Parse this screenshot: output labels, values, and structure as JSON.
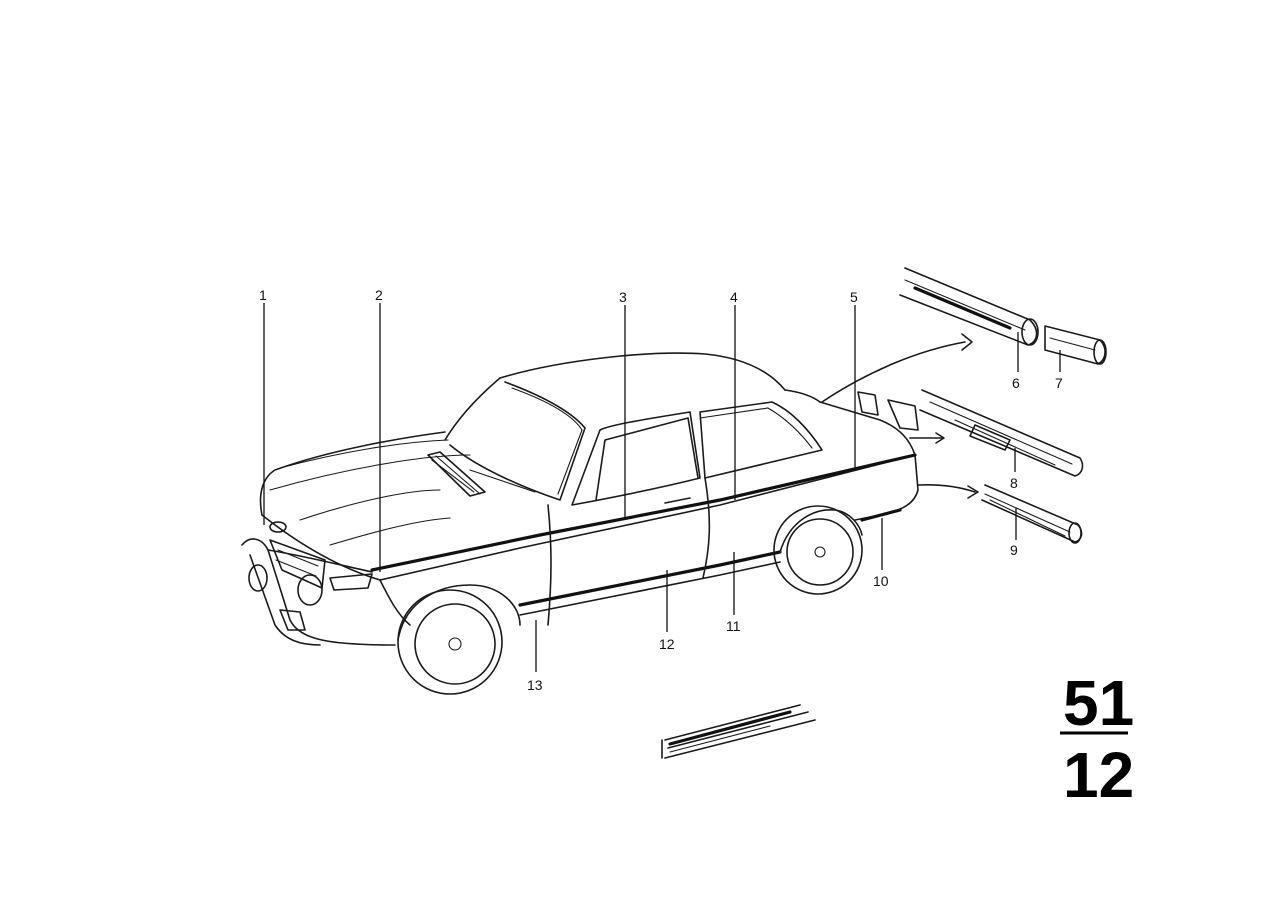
{
  "diagram": {
    "callouts": [
      {
        "id": "1",
        "label": "1"
      },
      {
        "id": "2",
        "label": "2"
      },
      {
        "id": "3",
        "label": "3"
      },
      {
        "id": "4",
        "label": "4"
      },
      {
        "id": "5",
        "label": "5"
      },
      {
        "id": "6",
        "label": "6"
      },
      {
        "id": "7",
        "label": "7"
      },
      {
        "id": "8",
        "label": "8"
      },
      {
        "id": "9",
        "label": "9"
      },
      {
        "id": "10",
        "label": "10"
      },
      {
        "id": "11",
        "label": "11"
      },
      {
        "id": "12",
        "label": "12"
      },
      {
        "id": "13",
        "label": "13"
      }
    ],
    "section": {
      "top": "51",
      "bottom": "12"
    }
  }
}
